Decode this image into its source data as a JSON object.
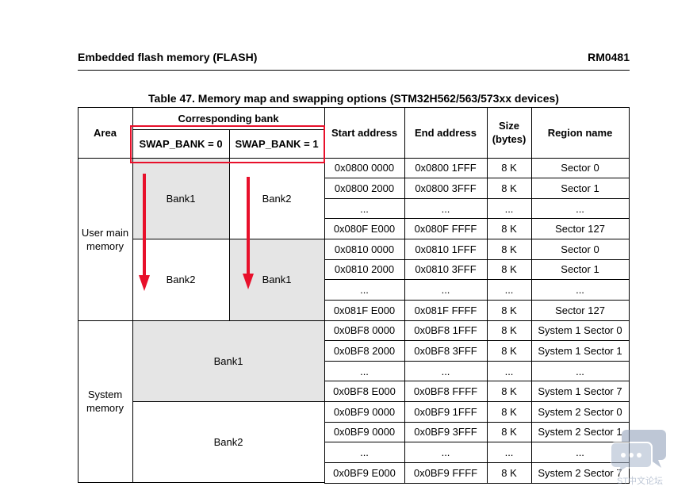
{
  "header": {
    "left": "Embedded flash memory (FLASH)",
    "right": "RM0481"
  },
  "caption": "Table 47. Memory map and swapping options (STM32H562/563/573xx devices)",
  "table": {
    "headers": {
      "area": "Area",
      "corresponding_bank": "Corresponding bank",
      "swap0": "SWAP_BANK = 0",
      "swap1": "SWAP_BANK = 1",
      "start": "Start address",
      "end": "End address",
      "size": "Size (bytes)",
      "region": "Region name"
    },
    "areas": {
      "user": "User main memory",
      "system": "System memory"
    },
    "banks": {
      "user_top_swap0": "Bank1",
      "user_top_swap1": "Bank2",
      "user_bottom_swap0": "Bank2",
      "user_bottom_swap1": "Bank1",
      "system_top": "Bank1",
      "system_bottom": "Bank2"
    },
    "rows": [
      {
        "start": "0x0800 0000",
        "end": "0x0800 1FFF",
        "size": "8 K",
        "region": "Sector 0"
      },
      {
        "start": "0x0800 2000",
        "end": "0x0800 3FFF",
        "size": "8 K",
        "region": "Sector 1"
      },
      {
        "start": "...",
        "end": "...",
        "size": "...",
        "region": "..."
      },
      {
        "start": "0x080F E000",
        "end": "0x080F FFFF",
        "size": "8 K",
        "region": "Sector 127"
      },
      {
        "start": "0x0810 0000",
        "end": "0x0810 1FFF",
        "size": "8 K",
        "region": "Sector 0"
      },
      {
        "start": "0x0810 2000",
        "end": "0x0810 3FFF",
        "size": "8 K",
        "region": "Sector 1"
      },
      {
        "start": "...",
        "end": "...",
        "size": "...",
        "region": "..."
      },
      {
        "start": "0x081F E000",
        "end": "0x081F FFFF",
        "size": "8 K",
        "region": "Sector 127"
      },
      {
        "start": "0x0BF8 0000",
        "end": "0x0BF8 1FFF",
        "size": "8 K",
        "region": "System 1 Sector 0"
      },
      {
        "start": "0x0BF8 2000",
        "end": "0x0BF8 3FFF",
        "size": "8 K",
        "region": "System 1 Sector 1"
      },
      {
        "start": "...",
        "end": "...",
        "size": "...",
        "region": "..."
      },
      {
        "start": "0x0BF8 E000",
        "end": "0x0BF8 FFFF",
        "size": "8 K",
        "region": "System 1 Sector 7"
      },
      {
        "start": "0x0BF9 0000",
        "end": "0x0BF9 1FFF",
        "size": "8 K",
        "region": "System 2 Sector 0"
      },
      {
        "start": "0x0BF9 0000",
        "end": "0x0BF9 3FFF",
        "size": "8 K",
        "region": "System 2 Sector 1"
      },
      {
        "start": "...",
        "end": "...",
        "size": "...",
        "region": "..."
      },
      {
        "start": "0x0BF9 E000",
        "end": "0x0BF9 FFFF",
        "size": "8 K",
        "region": "System 2 Sector 7"
      }
    ]
  },
  "colors": {
    "highlight": "#e8102b",
    "shade": "#e5e5e5"
  },
  "watermark": {
    "text": "ST中文论坛"
  }
}
